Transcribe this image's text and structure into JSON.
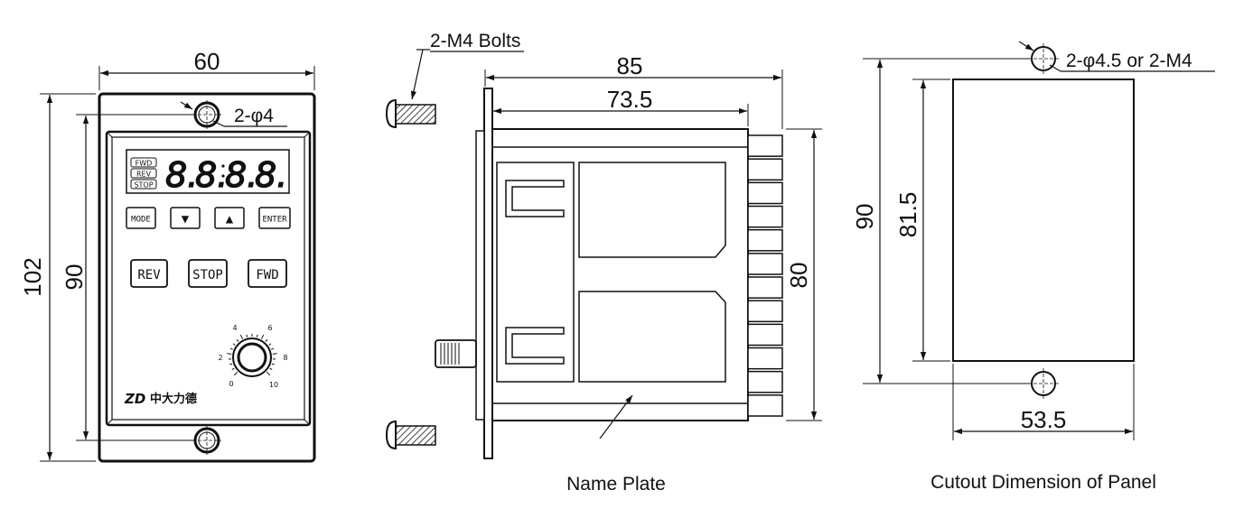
{
  "front": {
    "width_dim": "60",
    "height_outer_dim": "102",
    "height_inner_dim": "90",
    "hole_label": "2-φ4",
    "status_labels": [
      "FWD",
      "REV",
      "STOP"
    ],
    "display_chars": [
      "8.",
      "8.",
      "8.",
      "8."
    ],
    "buttons": {
      "mode": "MODE",
      "down_icon": "▼",
      "up_icon": "▲",
      "enter": "ENTER",
      "rev": "REV",
      "stop": "STOP",
      "fwd": "FWD"
    },
    "knob_scale": [
      "0",
      "2",
      "4",
      "6",
      "8",
      "10"
    ],
    "brand_logo": "ZD",
    "brand_name": "中大力德"
  },
  "side": {
    "bolts_label": "2-M4 Bolts",
    "depth_outer_dim": "85",
    "depth_inner_dim": "73.5",
    "height_dim": "80",
    "caption": "Name Plate"
  },
  "cutout": {
    "hole_label": "2-φ4.5 or 2-M4",
    "outer_height_dim": "90",
    "inner_height_dim": "81.5",
    "width_dim": "53.5",
    "caption": "Cutout Dimension of Panel"
  }
}
